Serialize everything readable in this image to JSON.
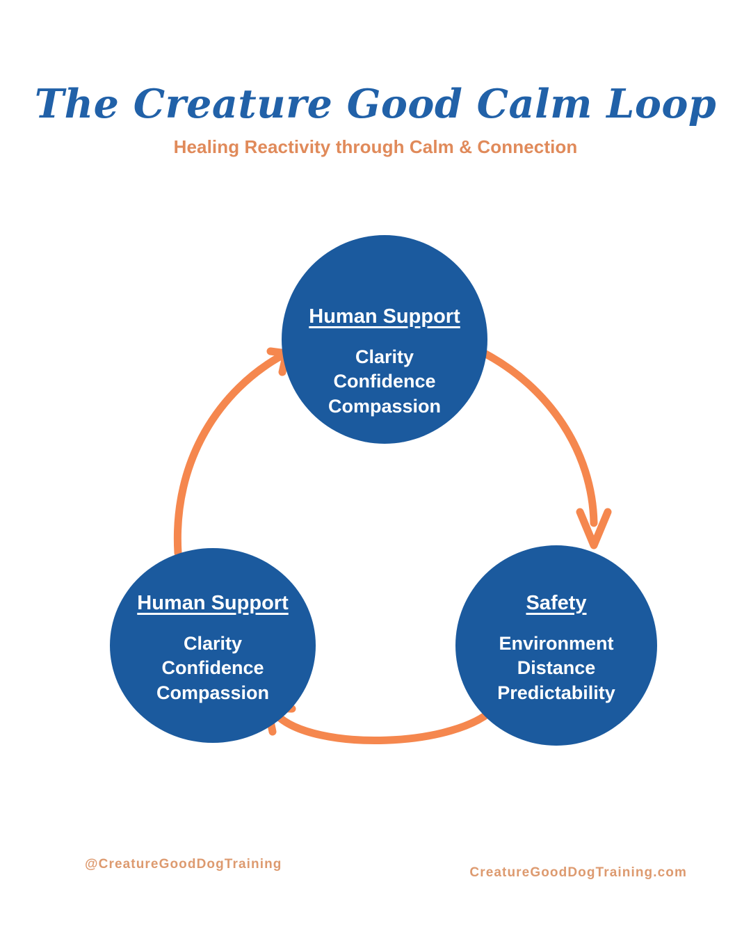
{
  "page": {
    "background_color": "#ffffff"
  },
  "header": {
    "title": "The Creature Good Calm Loop",
    "subtitle": "Healing Reactivity through Calm & Connection",
    "title_color": "#2161a8",
    "subtitle_color": "#e08a5a"
  },
  "diagram": {
    "type": "cycle",
    "node_color": "#1b5a9e",
    "arrow_color": "#f5874e",
    "nodes": [
      {
        "id": "top",
        "title": "Human Support",
        "items": "Clarity\nConfidence\nCompassion",
        "position": "top"
      },
      {
        "id": "left",
        "title": "Human Support",
        "items": "Clarity\nConfidence\nCompassion",
        "position": "bottom-left"
      },
      {
        "id": "right",
        "title": "Safety",
        "items": "Environment\nDistance\nPredictability",
        "position": "bottom-right"
      }
    ],
    "arrows": [
      {
        "id": "top-to-right",
        "from": "top",
        "to": "right"
      },
      {
        "id": "right-to-left",
        "from": "right",
        "to": "left"
      },
      {
        "id": "left-to-top",
        "from": "left",
        "to": "top"
      }
    ]
  },
  "footer": {
    "handle": "@CreatureGoodDogTraining",
    "website": "CreatureGoodDogTraining.com",
    "color": "#dd9a6f"
  }
}
